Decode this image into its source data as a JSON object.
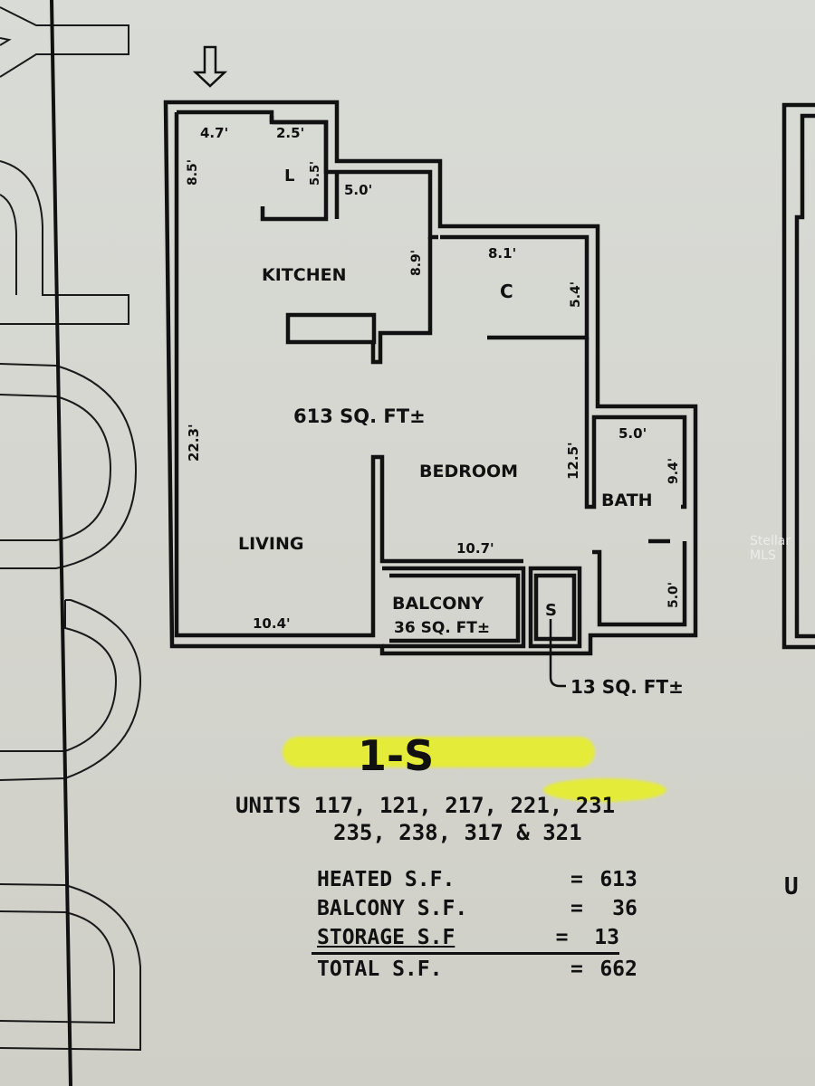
{
  "document": {
    "type": "condominium floor plan",
    "unit_type": "1-S",
    "units_label": "UNITS",
    "units_line1": "117, 121, 217, 221, 231",
    "units_line2": "235, 238, 317 & 321",
    "units": [
      "117",
      "121",
      "217",
      "221",
      "231",
      "235",
      "238",
      "317",
      "321"
    ],
    "highlight_color": "#e8f020"
  },
  "floor_plan": {
    "entry_arrow": "down-arrow",
    "total_area_label": "613 SQ. FT±",
    "rooms": [
      {
        "name": "KITCHEN",
        "dims": [
          "5.0'",
          "8.9'"
        ]
      },
      {
        "name": "C",
        "dims": [
          "8.1'",
          "5.4'"
        ]
      },
      {
        "name": "L",
        "dims": [
          "2.5'",
          "5.5'"
        ]
      },
      {
        "name": "BEDROOM",
        "dims": [
          "10.7'",
          "12.5'"
        ]
      },
      {
        "name": "BATH",
        "dims": [
          "5.0'",
          "9.4'"
        ]
      },
      {
        "name": "LIVING",
        "dims": [
          "10.4'",
          "22.3'"
        ]
      },
      {
        "name": "BALCONY",
        "area": "36 SQ. FT±"
      },
      {
        "name": "S",
        "area": "13 SQ. FT±"
      }
    ],
    "labels": {
      "kitchen": "KITCHEN",
      "closet": "C",
      "laundry": "L",
      "bedroom": "BEDROOM",
      "bath": "BATH",
      "living": "LIVING",
      "balcony": "BALCONY",
      "balcony_area": "36 SQ. FT±",
      "storage": "S",
      "storage_area": "13 SQ. FT±",
      "total_area": "613 SQ. FT±"
    },
    "dimensions": {
      "entry_width": "4.7'",
      "entry_depth": "8.5'",
      "laundry_width": "2.5'",
      "laundry_depth": "5.5'",
      "kitchen_width": "5.0'",
      "kitchen_depth": "8.9'",
      "closet_width": "8.1'",
      "closet_depth": "5.4'",
      "living_depth": "22.3'",
      "living_width": "10.4'",
      "bedroom_depth": "12.5'",
      "bedroom_width": "10.7'",
      "bath_width": "5.0'",
      "bath_depth": "9.4'",
      "vanity_depth": "5.0'"
    }
  },
  "square_footage": {
    "rows": [
      {
        "label": "HEATED S.F.",
        "eq": "=",
        "value": "613"
      },
      {
        "label": "BALCONY S.F.",
        "eq": "=",
        "value": "36"
      },
      {
        "label": "STORAGE S.F",
        "eq": "=",
        "value": "13"
      },
      {
        "label": "TOTAL S.F.",
        "eq": "=",
        "value": "662"
      }
    ]
  },
  "watermark": "Stellar MLS",
  "right_fragment": "U"
}
